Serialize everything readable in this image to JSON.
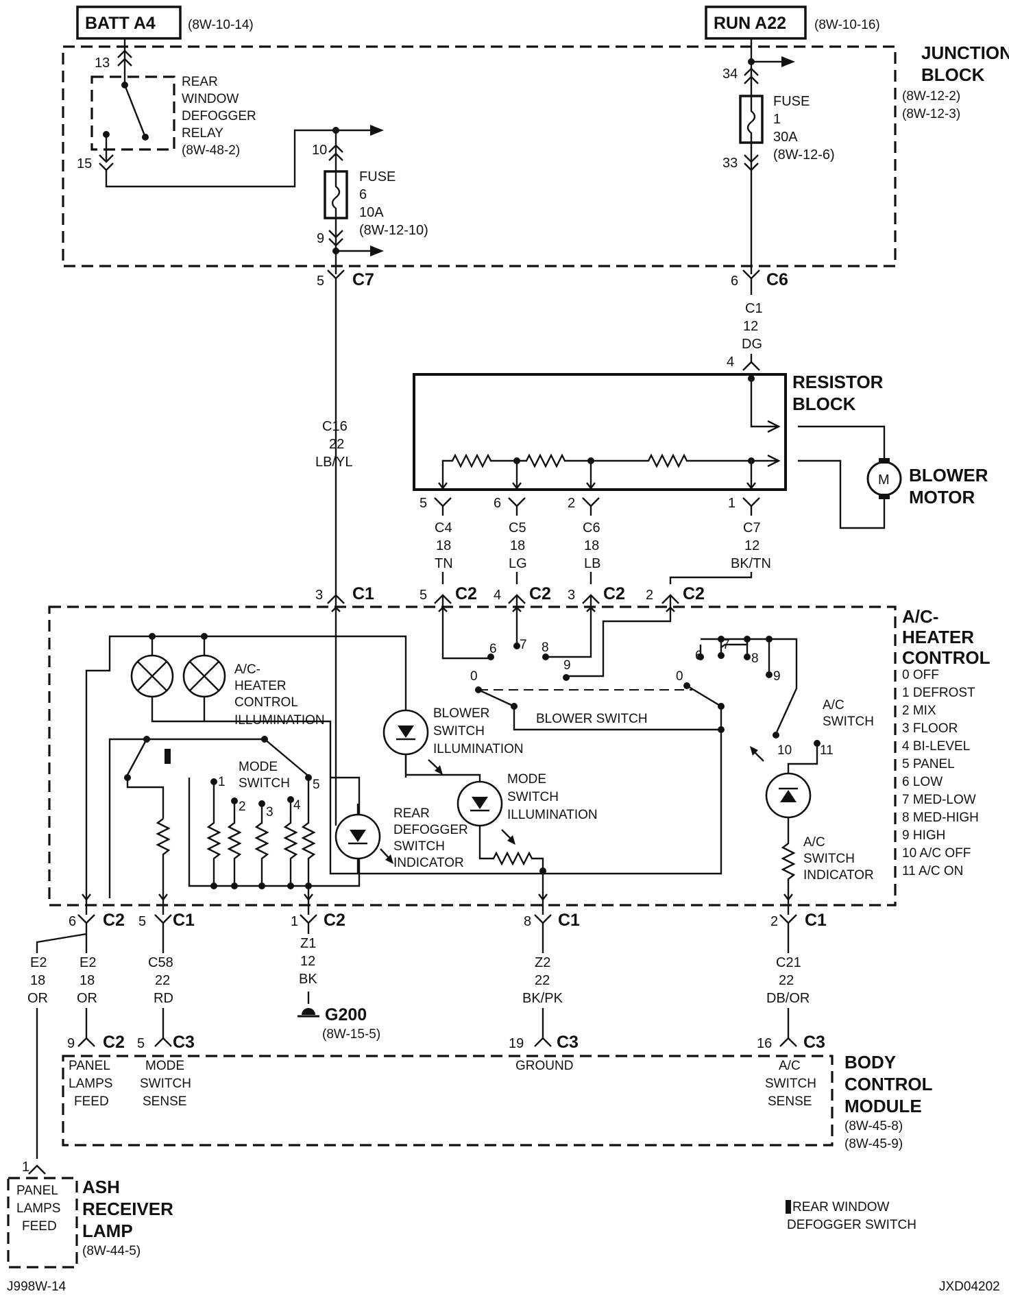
{
  "header": {
    "batt": "BATT A4",
    "batt_ref": "(8W-10-14)",
    "run": "RUN A22",
    "run_ref": "(8W-10-16)"
  },
  "junction_block": {
    "title1": "JUNCTION",
    "title2": "BLOCK",
    "ref1": "(8W-12-2)",
    "ref2": "(8W-12-3)",
    "relay": [
      "REAR",
      "WINDOW",
      "DEFOGGER",
      "RELAY",
      "(8W-48-2)"
    ],
    "fuse6": [
      "FUSE",
      "6",
      "10A",
      "(8W-12-10)"
    ],
    "fuse1": [
      "FUSE",
      "1",
      "30A",
      "(8W-12-6)"
    ],
    "pins": {
      "p13": "13",
      "p15": "15",
      "p10": "10",
      "p9": "9",
      "p34": "34",
      "p33": "33"
    }
  },
  "connectors": {
    "c7": {
      "pin": "5",
      "name": "C7"
    },
    "c6": {
      "pin": "6",
      "name": "C6"
    },
    "c1_top": {
      "pin": "3",
      "name": "C1"
    },
    "c2_5": {
      "pin": "5",
      "name": "C2"
    },
    "c2_4": {
      "pin": "4",
      "name": "C2"
    },
    "c2_3": {
      "pin": "3",
      "name": "C2"
    },
    "c2_2": {
      "pin": "2",
      "name": "C2"
    },
    "bot_c2_6": {
      "pin": "6",
      "name": "C2"
    },
    "bot_c1_5": {
      "pin": "5",
      "name": "C1"
    },
    "bot_c2_1": {
      "pin": "1",
      "name": "C2"
    },
    "bot_c1_8": {
      "pin": "8",
      "name": "C1"
    },
    "bot_c1_2": {
      "pin": "2",
      "name": "C1"
    },
    "bcm_c2_9": {
      "pin": "9",
      "name": "C2"
    },
    "bcm_c3_5": {
      "pin": "5",
      "name": "C3"
    },
    "bcm_c3_19": {
      "pin": "19",
      "name": "C3"
    },
    "bcm_c3_16": {
      "pin": "16",
      "name": "C3"
    },
    "rb_4": "4",
    "rb_5": "5",
    "rb_6": "6",
    "rb_2": "2",
    "rb_1": "1",
    "ash_1": "1"
  },
  "wires": {
    "c1_12_dg": [
      "C1",
      "12",
      "DG"
    ],
    "c16": [
      "C16",
      "22",
      "LB/YL"
    ],
    "c4": [
      "C4",
      "18",
      "TN"
    ],
    "c5": [
      "C5",
      "18",
      "LG"
    ],
    "c6w": [
      "C6",
      "18",
      "LB"
    ],
    "c7w": [
      "C7",
      "12",
      "BK/TN"
    ],
    "e2a": [
      "E2",
      "18",
      "OR"
    ],
    "e2b": [
      "E2",
      "18",
      "OR"
    ],
    "c58": [
      "C58",
      "22",
      "RD"
    ],
    "z1": [
      "Z1",
      "12",
      "BK"
    ],
    "z2": [
      "Z2",
      "22",
      "BK/PK"
    ],
    "c21": [
      "C21",
      "22",
      "DB/OR"
    ]
  },
  "resistor_block": {
    "title1": "RESISTOR",
    "title2": "BLOCK"
  },
  "blower_motor": {
    "title1": "BLOWER",
    "title2": "MOTOR",
    "symbol": "M"
  },
  "ac_heater": {
    "title": [
      "A/C-",
      "HEATER",
      "CONTROL"
    ],
    "legend": [
      "0 OFF",
      "1 DEFROST",
      "2 MIX",
      "3 FLOOR",
      "4 BI-LEVEL",
      "5 PANEL",
      "6 LOW",
      "7 MED-LOW",
      "8 MED-HIGH",
      "9 HIGH",
      "10 A/C OFF",
      "11 A/C ON"
    ],
    "illum": [
      "A/C-",
      "HEATER",
      "CONTROL",
      "ILLUMINATION"
    ],
    "mode_switch": [
      "MODE",
      "SWITCH"
    ],
    "blower_switch": "BLOWER SWITCH",
    "blower_illum": [
      "BLOWER",
      "SWITCH",
      "ILLUMINATION"
    ],
    "mode_illum": [
      "MODE",
      "SWITCH",
      "ILLUMINATION"
    ],
    "rear_defog": [
      "REAR",
      "DEFOGGER",
      "SWITCH",
      "INDICATOR"
    ],
    "ac_switch": [
      "A/C",
      "SWITCH"
    ],
    "ac_indicator": [
      "A/C",
      "SWITCH",
      "INDICATOR"
    ],
    "pos": {
      "m1": "1",
      "m2": "2",
      "m3": "3",
      "m4": "4",
      "m5": "5",
      "b0": "0",
      "b6": "6",
      "b7": "7",
      "b8": "8",
      "b9": "9",
      "s0": "0",
      "s6": "6",
      "s7": "7",
      "s8": "8",
      "s9": "9",
      "a10": "10",
      "a11": "11"
    }
  },
  "ground": {
    "name": "G200",
    "ref": "(8W-15-5)"
  },
  "bcm": {
    "title": [
      "BODY",
      "CONTROL",
      "MODULE"
    ],
    "refs": [
      "(8W-45-8)",
      "(8W-45-9)"
    ],
    "panel": [
      "PANEL",
      "LAMPS",
      "FEED"
    ],
    "mode": [
      "MODE",
      "SWITCH",
      "SENSE"
    ],
    "ground": "GROUND",
    "ac": [
      "A/C",
      "SWITCH",
      "SENSE"
    ]
  },
  "ash": {
    "box": [
      "PANEL",
      "LAMPS",
      "FEED"
    ],
    "title": [
      "ASH",
      "RECEIVER",
      "LAMP"
    ],
    "ref": "(8W-44-5)"
  },
  "footnote": "REAR WINDOW DEFOGGER SWITCH",
  "footer": {
    "left": "J998W-14",
    "right": "JXD04202"
  }
}
